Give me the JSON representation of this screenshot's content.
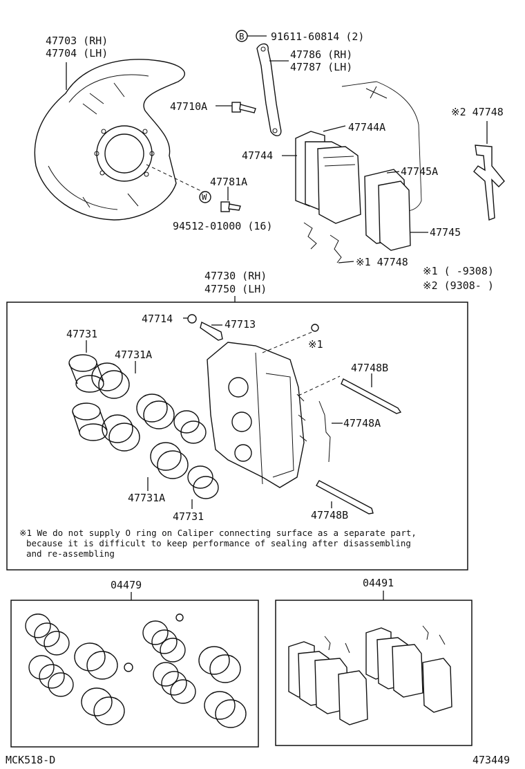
{
  "backing_plate": {
    "rh": "47703 (RH)",
    "lh": "47704 (LH)"
  },
  "bolt_top": {
    "symbol": "B",
    "part": "91611-60814 (2)"
  },
  "bracket": {
    "rh": "47786 (RH)",
    "lh": "47787 (LH)"
  },
  "bolt_47710": "47710A",
  "bolt_47781": "47781A",
  "washer": {
    "symbol": "W",
    "part": "94512-01000 (16)"
  },
  "pads": {
    "p47744A": "47744A",
    "p47744": "47744",
    "p47745A": "47745A",
    "p47745": "47745",
    "clip_note2": "※2 47748",
    "clip_note1": "※1 47748"
  },
  "notes": {
    "n1": "※1 (      -9308)",
    "n2": "※2 (9308-      )"
  },
  "caliper": {
    "rh": "47730 (RH)",
    "lh": "47750 (LH)"
  },
  "caliper_parts": {
    "p47714": "47714",
    "p47713": "47713",
    "note1": "※1",
    "p47731_top": "47731",
    "p47731A_top": "47731A",
    "p47748B_top": "47748B",
    "p47748A": "47748A",
    "p47731A_bottom": "47731A",
    "p47731_bottom": "47731",
    "p47748B_bottom": "47748B"
  },
  "caliper_note": {
    "line1": "※1 We do not supply O ring on Caliper connecting surface as a separate part,",
    "line2": "because it is difficult to keep performance of sealing after disassembling",
    "line3": "and re-assembling"
  },
  "kit_seal": "04479",
  "kit_pad": "04491",
  "footer": {
    "left": "MCK518-D",
    "right": "473449"
  }
}
